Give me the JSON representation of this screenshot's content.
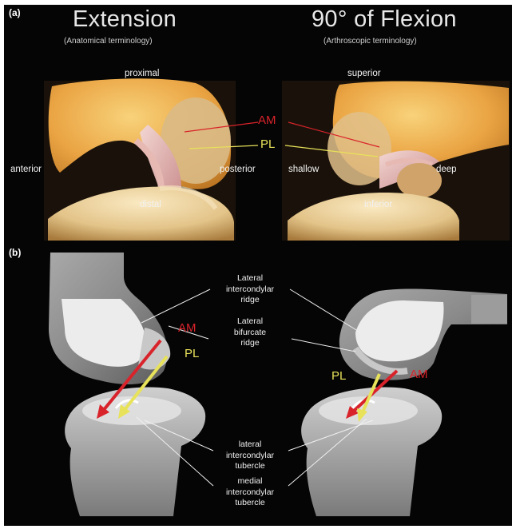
{
  "panel_a": {
    "label": "(a)",
    "left": {
      "title": "Extension",
      "subtitle": "(Anatomical terminology)",
      "dir_top": "proximal",
      "dir_left": "anterior",
      "dir_right": "posterior",
      "dir_bottom": "distal"
    },
    "right": {
      "title": "90° of Flexion",
      "subtitle": "(Arthroscopic terminology)",
      "dir_top": "superior",
      "dir_left": "shallow",
      "dir_right": "deep",
      "dir_bottom": "inferior"
    },
    "am": "AM",
    "pl": "PL"
  },
  "panel_b": {
    "label": "(b)",
    "lateral_intercondylar_ridge": [
      "Lateral",
      "intercondylar",
      "ridge"
    ],
    "lateral_bifurcate_ridge": [
      "Lateral",
      "bifurcate",
      "ridge"
    ],
    "lateral_intercondylar_tubercle": [
      "lateral",
      "intercondylar",
      "tubercle"
    ],
    "medial_intercondylar_tubercle": [
      "medial",
      "intercondylar",
      "tubercle"
    ],
    "am_left": "AM",
    "pl_left": "PL",
    "am_right": "AM",
    "pl_right": "PL"
  },
  "colors": {
    "am": "#d9232b",
    "pl": "#e8e25a",
    "background": "#050505",
    "bone_photo": "#e9a84a",
    "bone_model": "#8a8a8a"
  }
}
